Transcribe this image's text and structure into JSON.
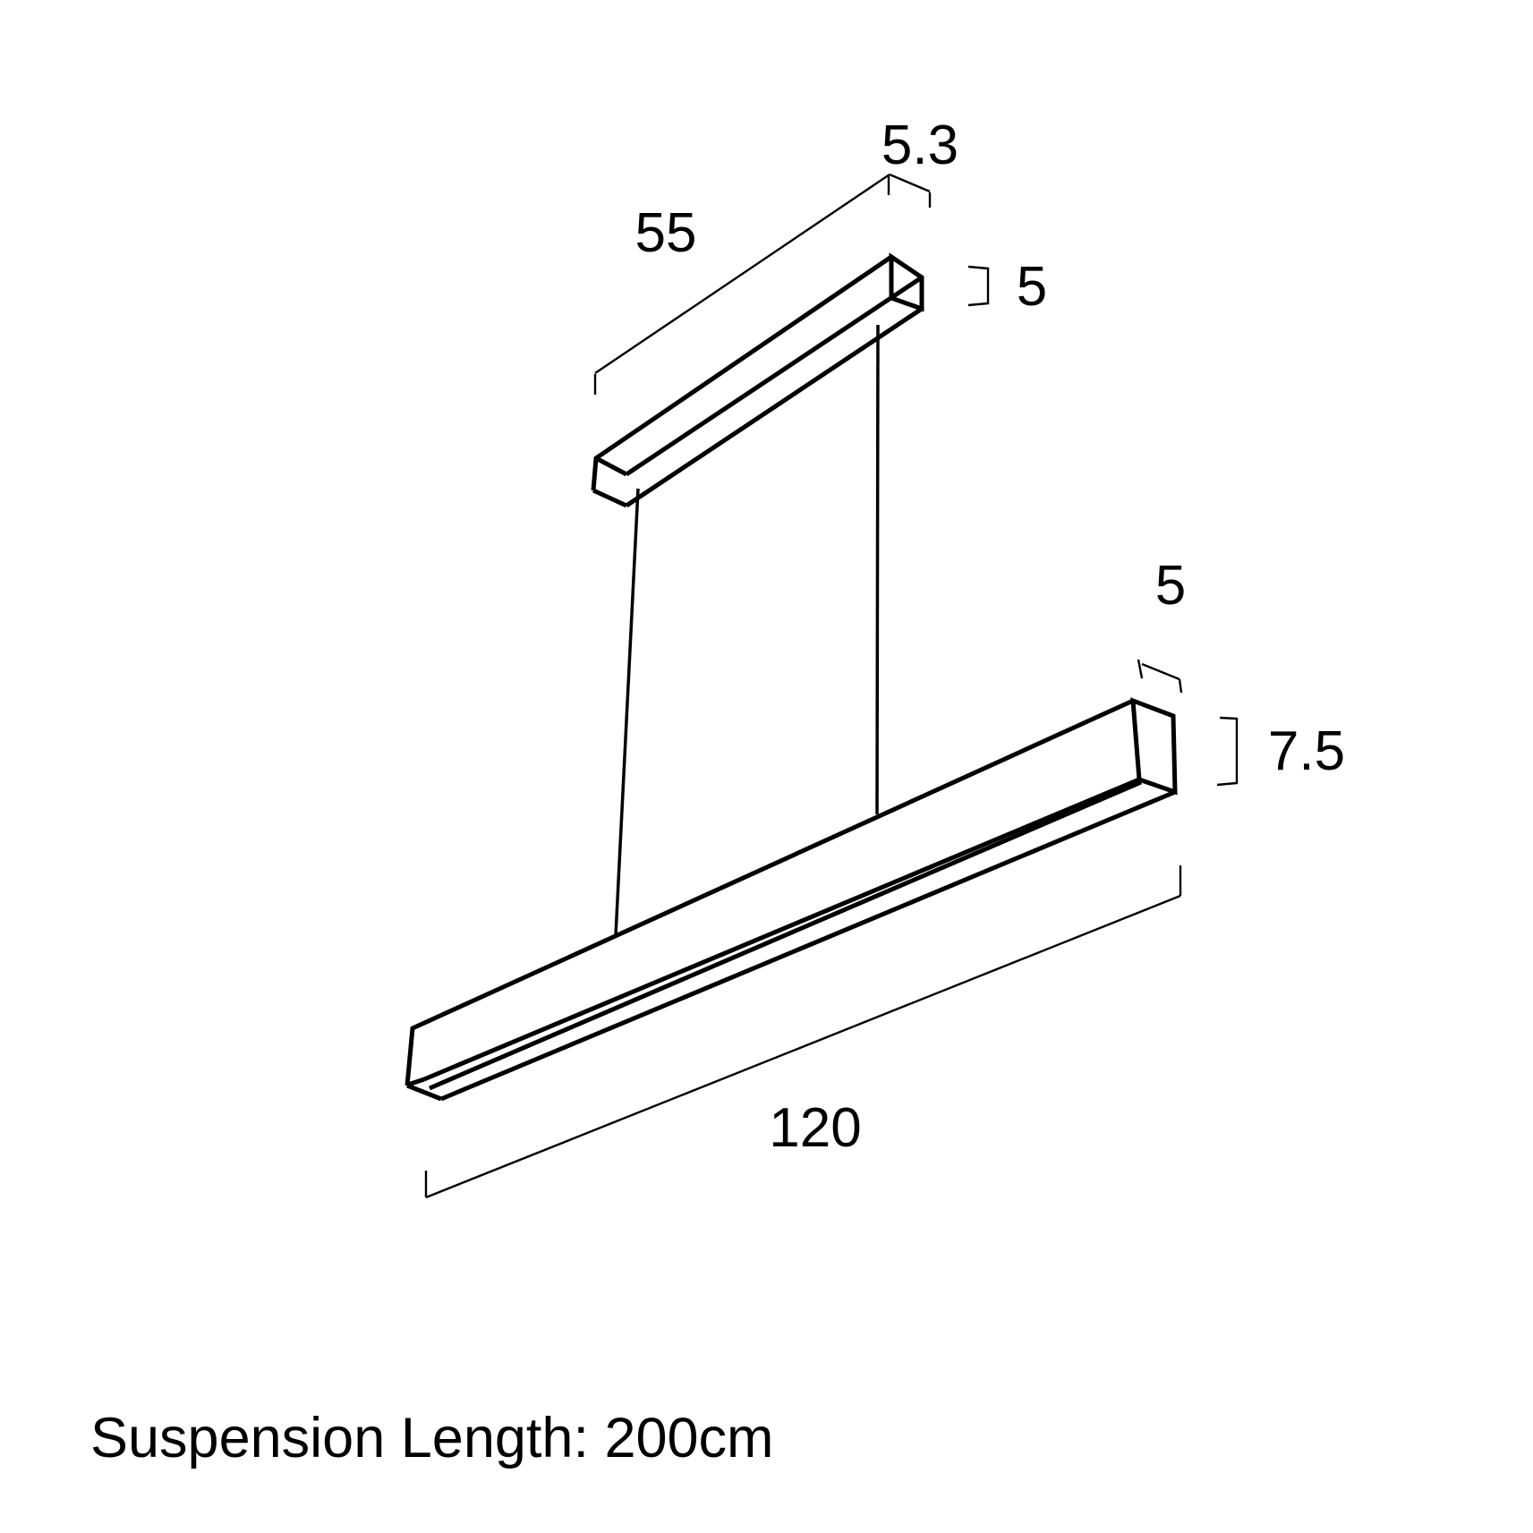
{
  "page": {
    "background_color": "#ffffff",
    "ink_color": "#000000"
  },
  "drawing": {
    "type": "technical-dimension-diagram",
    "subject": "linear pendant light fixture with ceiling canopy, two suspension cables and light bar",
    "units": "cm",
    "caption": "Suspension Length: 200cm",
    "dimensions": {
      "canopy_length": "55",
      "canopy_depth": "5.3",
      "canopy_height": "5",
      "bar_depth": "5",
      "bar_height": "7.5",
      "bar_length": "120"
    }
  }
}
